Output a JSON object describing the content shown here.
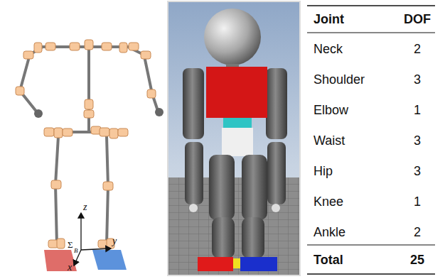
{
  "diagram": {
    "labels": [
      "z",
      "Σ",
      "B",
      "y",
      "x",
      "Joint",
      "DOF",
      "Neck",
      "2",
      "Shoulder",
      "3",
      "Elbow",
      "1",
      "Waist",
      "3",
      "Hip",
      "3",
      "Knee",
      "1",
      "Ankle",
      "2",
      "Total",
      "25"
    ]
  }
}
